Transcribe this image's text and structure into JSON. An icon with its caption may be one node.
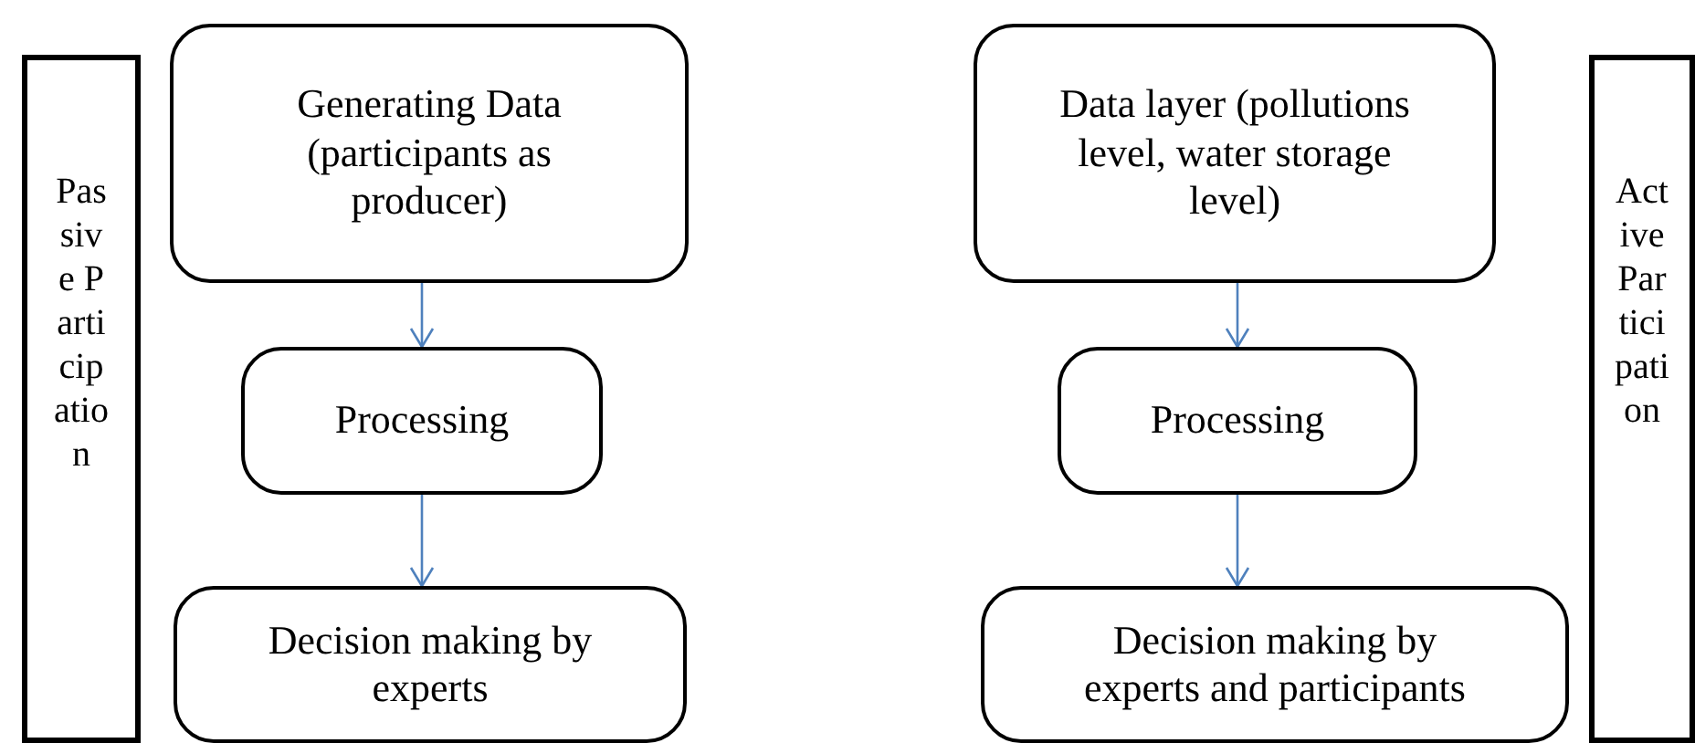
{
  "diagram": {
    "nodes": [
      {
        "text": [
          "Passive Participation"
        ]
      },
      {
        "text": [
          "Generating Data (participants as producer)"
        ]
      },
      {
        "text": [
          "Processing"
        ]
      },
      {
        "text": [
          "Decision making by experts"
        ]
      },
      {
        "text": [
          "Data layer (pollutions level, water storage level)"
        ]
      },
      {
        "text": [
          "Processing"
        ]
      },
      {
        "text": [
          "Decision making by experts and participants"
        ]
      },
      {
        "text": [
          "Active Participation"
        ]
      }
    ],
    "edges": [
      {
        "from": 1,
        "to": 2,
        "arrow": "to"
      },
      {
        "from": 2,
        "to": 3,
        "arrow": "to"
      },
      {
        "from": 4,
        "to": 5,
        "arrow": "to"
      },
      {
        "from": 5,
        "to": 6,
        "arrow": "to"
      }
    ]
  }
}
